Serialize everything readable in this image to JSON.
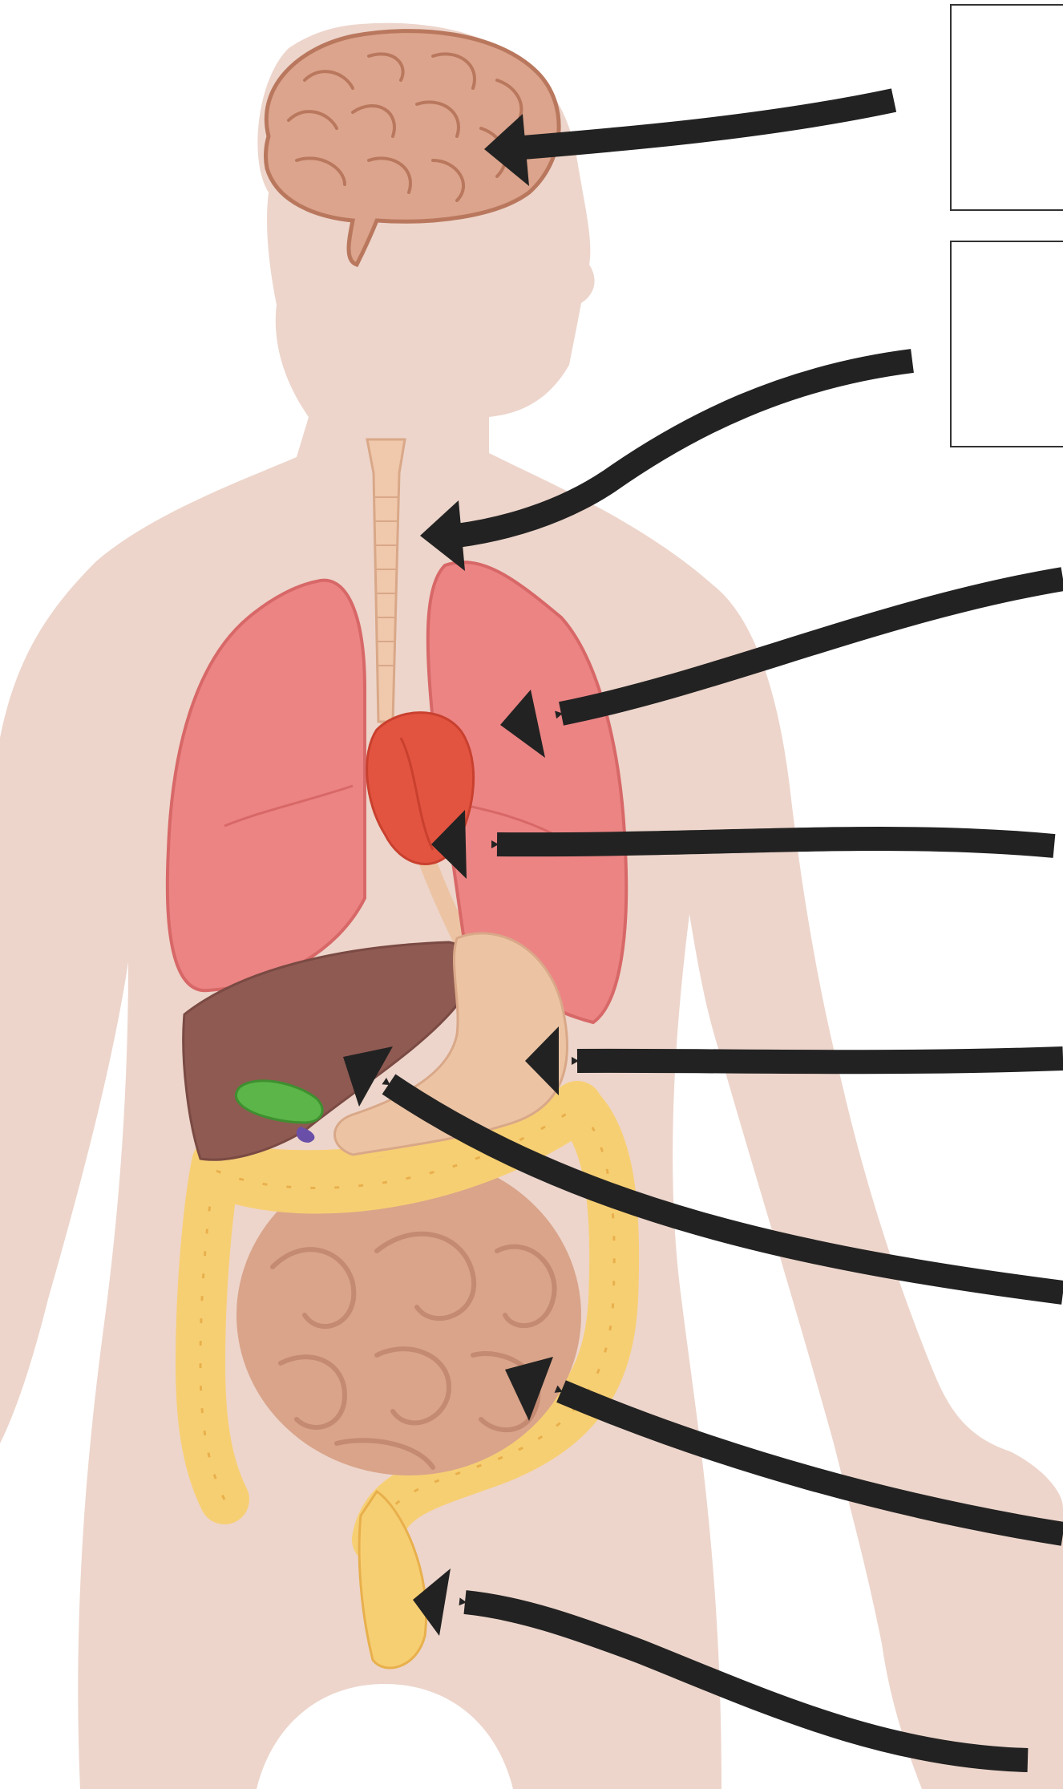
{
  "diagram": {
    "type": "human-organ-labeling",
    "organs": [
      "brain",
      "trachea",
      "lungs",
      "heart",
      "stomach",
      "liver",
      "gallbladder",
      "small-intestine",
      "large-intestine",
      "rectum"
    ],
    "label_boxes": [
      {
        "id": "box-brain",
        "text": ""
      },
      {
        "id": "box-trachea",
        "text": ""
      }
    ],
    "colors": {
      "body": "#edd5cb",
      "brain": "#dca48c",
      "lungs": "#ec8484",
      "heart": "#e35440",
      "liver": "#8f5a52",
      "stomach": "#ecc4a4",
      "trachea": "#f0c8ac",
      "gallbladder": "#5bb548",
      "small_intestine": "#d9a48a",
      "large_intestine": "#f7cf73",
      "arrows": "#222222",
      "box_border": "#333333"
    }
  }
}
